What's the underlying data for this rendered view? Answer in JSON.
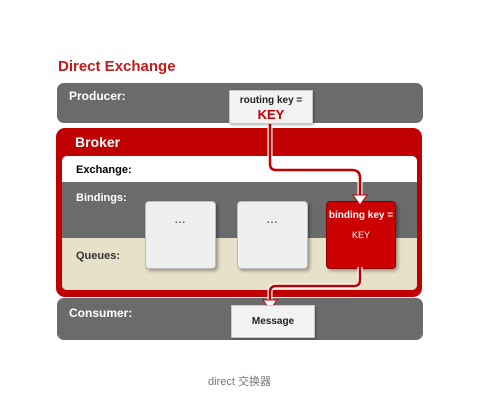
{
  "title": "Direct Exchange",
  "producer": {
    "label": "Producer:"
  },
  "routing_note": {
    "text": "routing key =",
    "key": "KEY"
  },
  "broker": {
    "label": "Broker",
    "exchange_label": "Exchange:",
    "bindings_label": "Bindings:",
    "queues_label": "Queues:"
  },
  "queues": [
    {
      "text": "..."
    },
    {
      "text": "..."
    }
  ],
  "binding": {
    "label": "binding key =",
    "value": "KEY"
  },
  "consumer": {
    "label": "Consumer:"
  },
  "message": {
    "text": "Message"
  },
  "caption": "direct 交换器",
  "colors": {
    "accent_red": "#c00000",
    "band_gray": "#6b6b6b",
    "queue_bg": "#e8e1c9"
  }
}
